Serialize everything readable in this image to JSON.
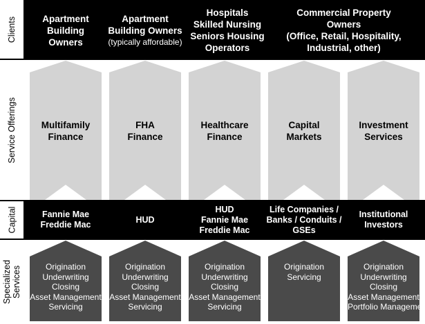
{
  "row_labels": {
    "clients": "Clients",
    "service_offerings": "Service Offerings",
    "capital": "Capital",
    "specialized_services": "Specialized\nServices"
  },
  "colors": {
    "band_black": "#000000",
    "offering_fill": "#d3d3d3",
    "service_fill": "#4a4a4a",
    "text_light": "#ffffff"
  },
  "columns": [
    {
      "client": "Apartment\nBuilding\nOwners",
      "client_sub": "",
      "offering": "Multifamily\nFinance",
      "capital": "Fannie Mae\nFreddie Mac",
      "services": "Origination\nUnderwriting\nClosing\nAsset Management\nServicing"
    },
    {
      "client": "Apartment\nBuilding Owners",
      "client_sub": "(typically affordable)",
      "offering": "FHA\nFinance",
      "capital": "HUD",
      "services": "Origination\nUnderwriting\nClosing\nAsset Management\nServicing"
    },
    {
      "client": "Hospitals\nSkilled Nursing\nSeniors Housing\nOperators",
      "client_sub": "",
      "offering": "Healthcare\nFinance",
      "capital": "HUD\nFannie Mae\nFreddie Mac",
      "services": "Origination\nUnderwriting\nClosing\nAsset Management\nServicing"
    },
    {
      "client": "Commercial Property\nOwners\n(Office, Retail, Hospitality,\nIndustrial, other)",
      "client_sub": "",
      "offering": "Capital\nMarkets",
      "capital": "Life Companies /\nBanks / Conduits /\nGSEs",
      "services": "Origination\nServicing"
    },
    {
      "client": "",
      "client_sub": "",
      "offering": "Investment\nServices",
      "capital": "Institutional\nInvestors",
      "services": "Origination\nUnderwriting\nClosing\nAsset Management\nPortfolio Management"
    }
  ]
}
